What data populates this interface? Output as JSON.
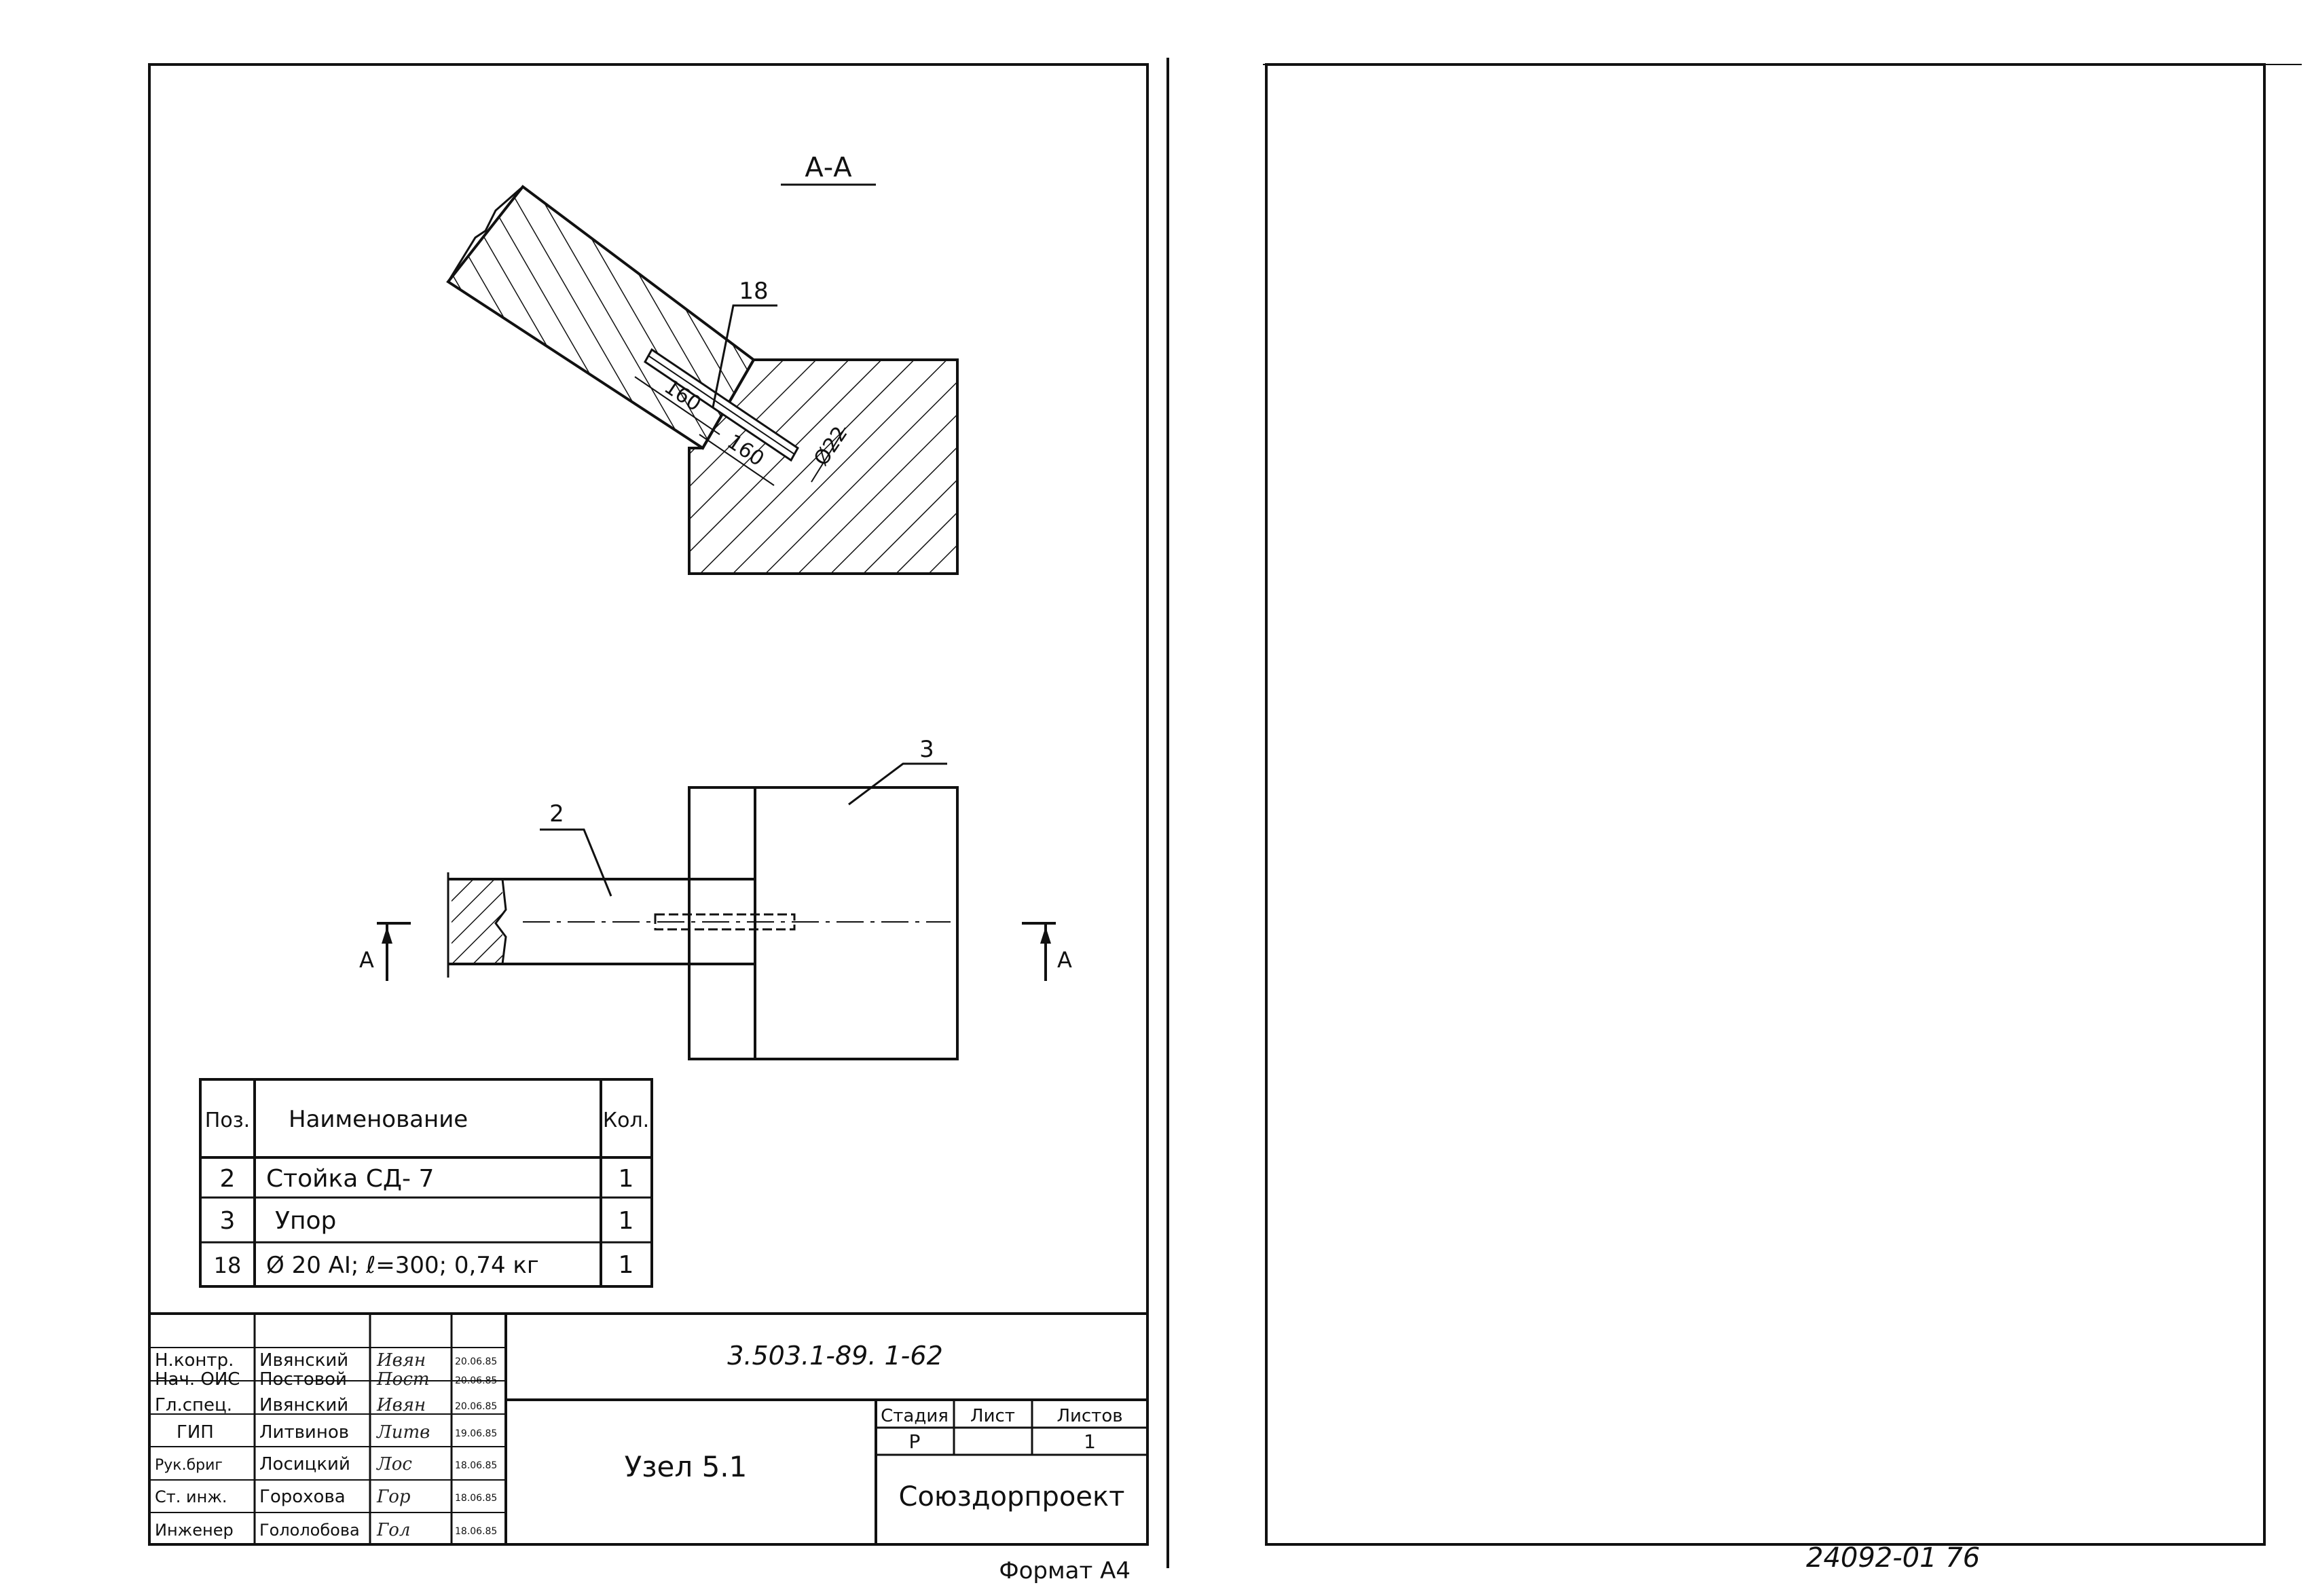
{
  "section_label": "А-А",
  "callouts": {
    "pos18": "18",
    "pos2": "2",
    "pos3": "3"
  },
  "dimensions": {
    "d1": "160",
    "d2": "160",
    "diameter": "Ø22"
  },
  "section_marks": {
    "left": "А",
    "right": "А"
  },
  "spec_table": {
    "headers": {
      "pos": "Поз.",
      "name": "Наименование",
      "qty": "Кол."
    },
    "rows": [
      {
        "pos": "2",
        "name": "Стойка СД- 7",
        "qty": "1"
      },
      {
        "pos": "3",
        "name": "Упор",
        "qty": "1"
      },
      {
        "pos": "18",
        "name": "Ø 20 АI; ℓ=300; 0,74 кг",
        "qty": "1"
      }
    ]
  },
  "title_block": {
    "document_code": "3.503.1-89.  1-62",
    "drawing_name": "Узел 5.1",
    "organization": "Союздорпроект",
    "stage_header": "Стадия",
    "sheet_header": "Лист",
    "sheets_header": "Листов",
    "stage": "Р",
    "sheet": "",
    "sheets": "1",
    "signatures": [
      {
        "role": "Н.контр.",
        "name": "Ивянский",
        "sign": "Ивян",
        "date": "20.06.85"
      },
      {
        "role": "Нач. ОИС",
        "name": "Постовой",
        "sign": "Пост",
        "date": "20.06.85"
      },
      {
        "role": "Гл.спец.",
        "name": "Ивянский",
        "sign": "Ивян",
        "date": "20.06.85"
      },
      {
        "role": "ГИП",
        "name": "Литвинов",
        "sign": "Литв",
        "date": "19.06.85"
      },
      {
        "role": "Рук.бриг",
        "name": "Лосицкий",
        "sign": "Лос",
        "date": "18.06.85"
      },
      {
        "role": "Ст. инж.",
        "name": "Горохова",
        "sign": "Гор",
        "date": "18.06.85"
      },
      {
        "role": "Инженер",
        "name": "Гололобова",
        "sign": "Гол",
        "date": "18.06.85"
      }
    ]
  },
  "format_label": "Формат А4",
  "archive_number": "24092-01   76"
}
